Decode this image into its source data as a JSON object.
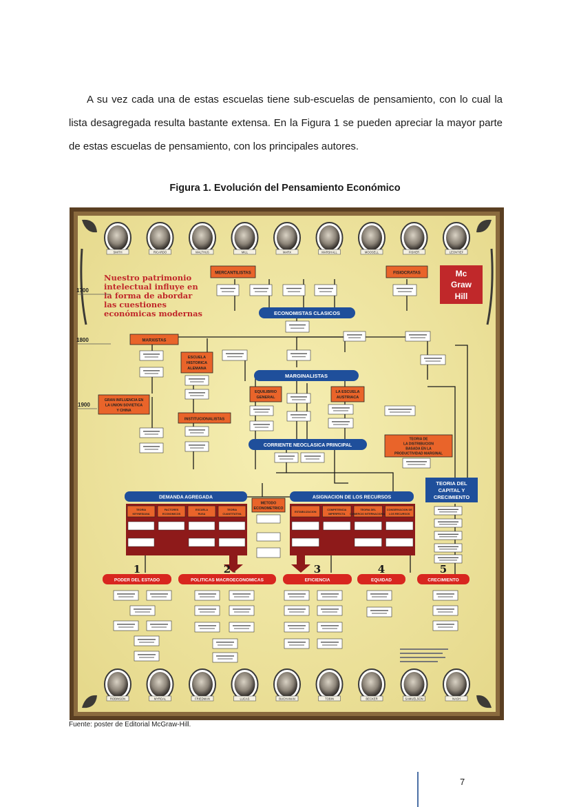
{
  "paragraph": "A su vez cada una de estas escuelas tiene sub-escuelas de pensamiento, con lo cual la lista desagregada resulta bastante extensa. En la Figura 1 se pueden apreciar la mayor parte de estas escuelas de pensamiento, con los principales autores.",
  "figure_title": "Figura 1.  Evolución del Pensamiento Económico",
  "source": "Fuente: poster de Editorial McGraw-Hill.",
  "page_number": "7",
  "poster": {
    "headline": [
      "Nuestro patrimonio",
      "intelectual influye en",
      "la forma de abordar",
      "las cuestiones",
      "económicas modernas"
    ],
    "years": [
      "1700",
      "1800",
      "1900"
    ],
    "logo": [
      "Mc",
      "Graw",
      "Hill"
    ],
    "top_portraits": [
      "SMITH",
      "RICARDO",
      "MALTHUS",
      "MILL",
      "MARX",
      "MARSHALL",
      "MOOSELL",
      "FISHER",
      "LEONTIEF"
    ],
    "bottom_portraits": [
      "ROBINSON",
      "MYRDAL",
      "FRIEDMAN",
      "LUCAS",
      "BUCHANAN",
      "TOBIN",
      "BECKER",
      "SAMUELSON",
      "NASH"
    ],
    "schools": {
      "mercantilistas": "MERCANTILISTAS",
      "fisiocratas": "FISIOCRATAS",
      "clasicos": "ECONOMISTAS CLASICOS",
      "marxistas": "MARXISTAS",
      "historica": [
        "ESCUELA",
        "HISTORICA",
        "ALEMANA"
      ],
      "marginalistas": "MARGINALISTAS",
      "equilibrio": [
        "EQUILIBRIO",
        "GENERAL"
      ],
      "austriaca": [
        "LA ESCUELA",
        "AUSTRIACA"
      ],
      "soviet": [
        "GRAN INFLUENCIA EN",
        "LA UNION SOVIETICA",
        "Y CHINA"
      ],
      "institucionalistas": "INSTITUCIONALISTAS",
      "neoclasica": "CORRIENTE NEOCLASICA PRINCIPAL",
      "distribucion": [
        "TEORIA DE",
        "LA DISTRIBUCION",
        "BASADA EN LA",
        "PRODUCTIVIDAD MARGINAL"
      ],
      "capital": [
        "TEORIA DEL",
        "CAPITAL Y",
        "CRECIMIENTO"
      ],
      "demanda": "DEMANDA AGREGADA",
      "metodo": [
        "METODO",
        "ECONOMETRICO"
      ],
      "asignacion": "ASIGNACION DE LOS RECURSOS"
    },
    "demanda_cols": [
      "TEORIA KEYNESIANA",
      "FACTORES ECONOMICOS",
      "ESCUELA RUSA",
      "TEORIA CUANTITATIVA"
    ],
    "asignacion_cols": [
      "ESTABILIZACION",
      "COMPETENCIA IMPERFECTA",
      "TEORIA DEL COMERCIO INTERNACIONAL",
      "CONSERVACION DE LOS RECURSOS"
    ],
    "outcomes": [
      {
        "num": "1",
        "label": "PODER DEL ESTADO"
      },
      {
        "num": "2",
        "label": "POLITICAS MACROECONOMICAS"
      },
      {
        "num": "3",
        "label": "EFICIENCIA"
      },
      {
        "num": "4",
        "label": "EQUIDAD"
      },
      {
        "num": "5",
        "label": "CRECIMIENTO"
      }
    ]
  }
}
